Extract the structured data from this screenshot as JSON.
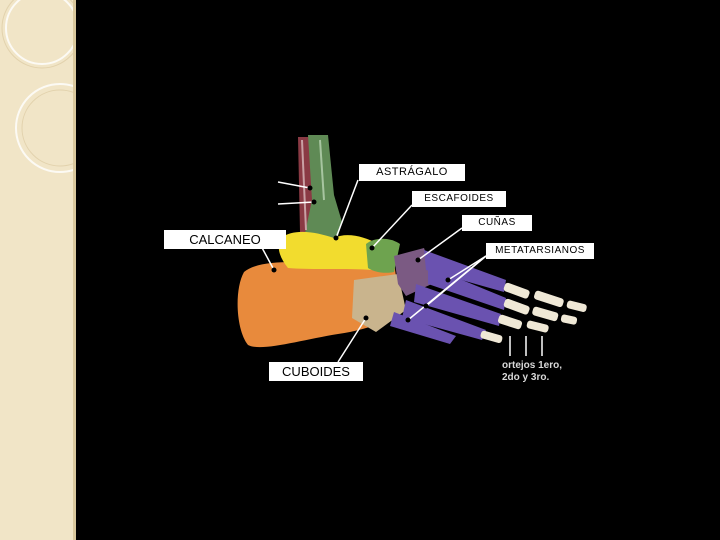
{
  "slide": {
    "sidebar_color": "#f1e5c7",
    "background_color": "#000000"
  },
  "diagram": {
    "labels": {
      "astragalo": "ASTRÁGALO",
      "escafoides": "ESCAFOIDES",
      "cunas": "CUÑAS",
      "calcaneo": "CALCANEO",
      "metatarsianos": "METATARSIANOS",
      "cuboides": "CUBOIDES"
    },
    "note": {
      "line1": "ortejos 1ero,",
      "line2": "2do y 3ro."
    },
    "bone_colors": {
      "calcaneo": "#e88a3c",
      "astragalo": "#f2dc2e",
      "escafoides": "#6ea34f",
      "cunas": "#7b5a83",
      "cuboides": "#c9b48d",
      "metatarsianos": "#6a52b0",
      "tibia": "#5f8a55",
      "fibula": "#8a3a44"
    }
  }
}
